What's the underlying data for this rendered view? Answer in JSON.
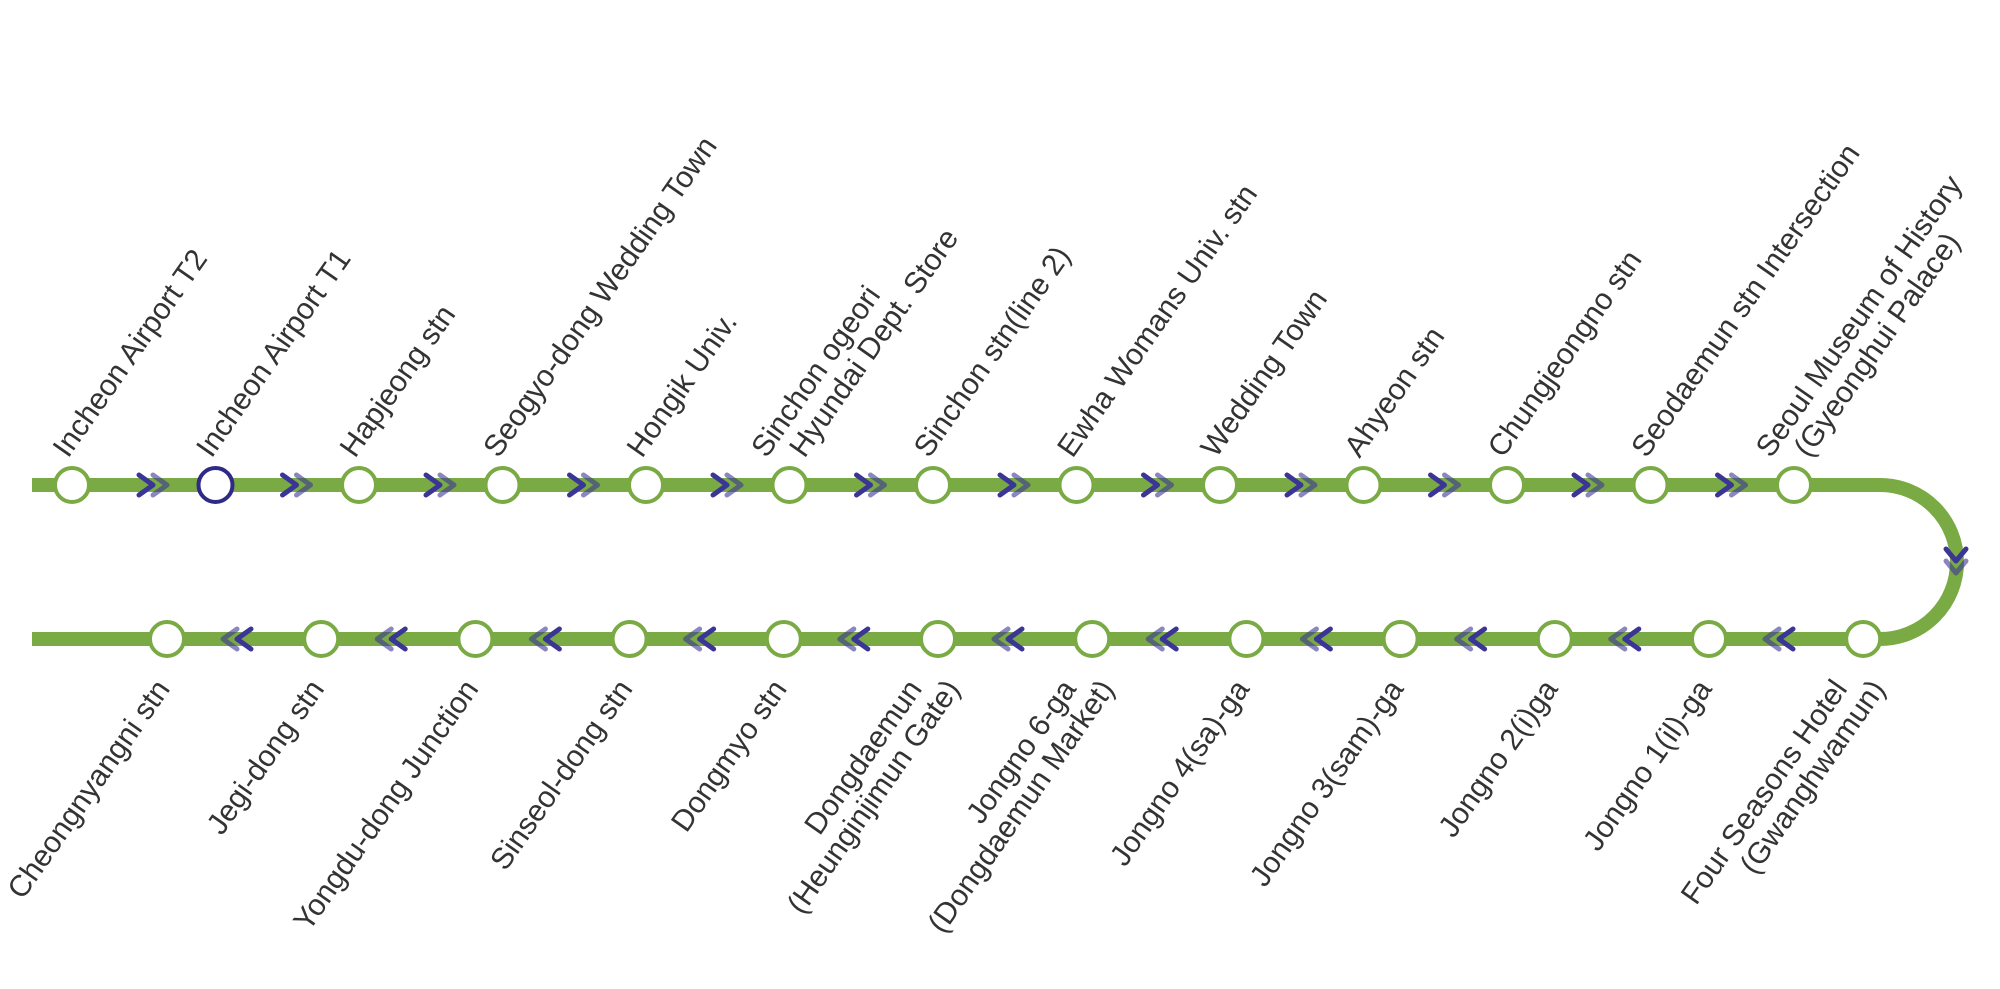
{
  "colors": {
    "line": "#7aaa44",
    "station_fill": "#ffffff",
    "highlight": "#2e2a86",
    "arrow": "#3b3596",
    "text": "#333333"
  },
  "top_row": {
    "direction": "right",
    "stations": [
      {
        "name": "Incheon Airport T2"
      },
      {
        "name": "Incheon Airport T1",
        "highlight": true
      },
      {
        "name": "Hapjeong stn"
      },
      {
        "name": "Seogyo-dong Wedding Town"
      },
      {
        "name": "Hongik Univ."
      },
      {
        "name": "Sinchon ogeori",
        "name2": "Hyundai Dept. Store"
      },
      {
        "name": "Sinchon stn(line 2)"
      },
      {
        "name": "Ewha Womans Univ. stn"
      },
      {
        "name": "Wedding Town"
      },
      {
        "name": "Ahyeon stn"
      },
      {
        "name": "Chungjeongno stn"
      },
      {
        "name": "Seodaemun stn Intersection"
      },
      {
        "name": "Seoul Museum of History",
        "name2": "(Gyeonghui Palace)"
      }
    ]
  },
  "bottom_row": {
    "direction": "left",
    "stations": [
      {
        "name": "Cheongnyangni stn"
      },
      {
        "name": "Jegi-dong stn"
      },
      {
        "name": "Yongdu-dong Junction"
      },
      {
        "name": "Sinseol-dong stn"
      },
      {
        "name": "Dongmyo stn"
      },
      {
        "name": "Dongdaemun",
        "name2": "(Heunginjimun Gate)"
      },
      {
        "name": "Jongno 6-ga",
        "name2": "(Dongdaemun Market)"
      },
      {
        "name": "Jongno 4(sa)-ga"
      },
      {
        "name": "Jongno 3(sam)-ga"
      },
      {
        "name": "Jongno 2(i)ga"
      },
      {
        "name": "Jongno 1(il)-ga"
      },
      {
        "name": "Four Seasons Hotel",
        "name2": "(Gwanghwamun)"
      }
    ]
  }
}
